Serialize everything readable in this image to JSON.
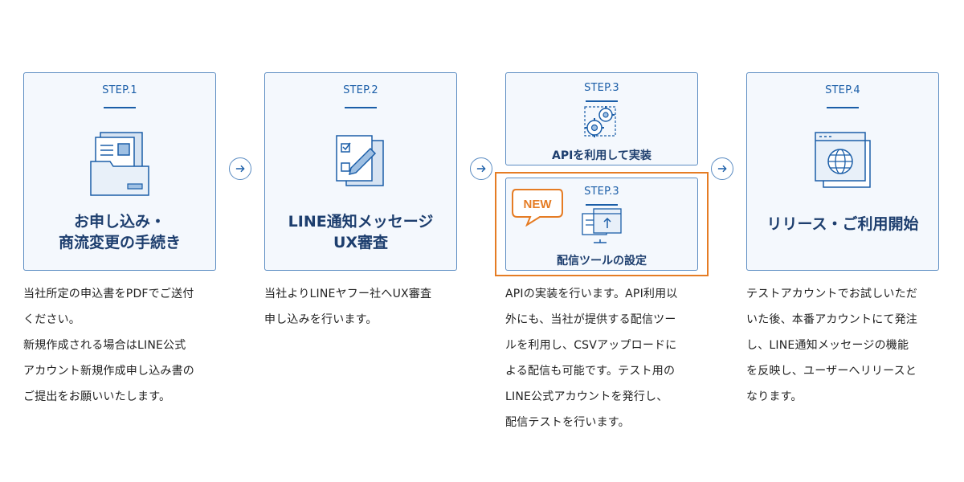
{
  "steps": [
    {
      "step_label": "STEP.1",
      "title_lines": [
        "お申し込み・",
        "商流変更の手続き"
      ],
      "description_lines": [
        "当社所定の申込書をPDFでご送付",
        "ください。",
        "新規作成される場合はLINE公式",
        "アカウント新規作成申し込み書の",
        "ご提出をお願いいたします。"
      ]
    },
    {
      "step_label": "STEP.2",
      "title_lines": [
        "LINE通知メッセージ",
        "UX審査"
      ],
      "description_lines": [
        "当社よりLINEヤフー社へUX審査",
        "申し込みを行います。"
      ]
    },
    {
      "step_label": "STEP.3",
      "option_a": {
        "step_label": "STEP.3",
        "title": "APIを利用して実装"
      },
      "option_b": {
        "step_label": "STEP.3",
        "title": "配信ツールの設定",
        "badge": "NEW"
      },
      "description_lines": [
        "APIの実装を行います。API利用以",
        "外にも、当社が提供する配信ツー",
        "ルを利用し、CSVアップロードに",
        "よる配信も可能です。テスト用の",
        "LINE公式アカウントを発行し、",
        "配信テストを行います。"
      ]
    },
    {
      "step_label": "STEP.4",
      "title_lines": [
        "リリース・ご利用開始"
      ],
      "description_lines": [
        "テストアカウントでお試しいただ",
        "いた後、本番アカウントにて発注",
        "し、LINE通知メッセージの機能",
        "を反映し、ユーザーへリリースと",
        "なります。"
      ]
    }
  ],
  "icons": {
    "step1": "folder-document-icon",
    "step2": "checklist-pen-icon",
    "step3a": "gears-icon",
    "step3b": "monitor-upload-icon",
    "step4": "browser-globe-icon",
    "arrow": "arrow-right-circle-icon"
  },
  "colors": {
    "card_border": "#5b8cc2",
    "card_bg": "#f4f8fd",
    "accent": "#1b5ea8",
    "title": "#1d3e6e",
    "highlight": "#e57c24"
  }
}
